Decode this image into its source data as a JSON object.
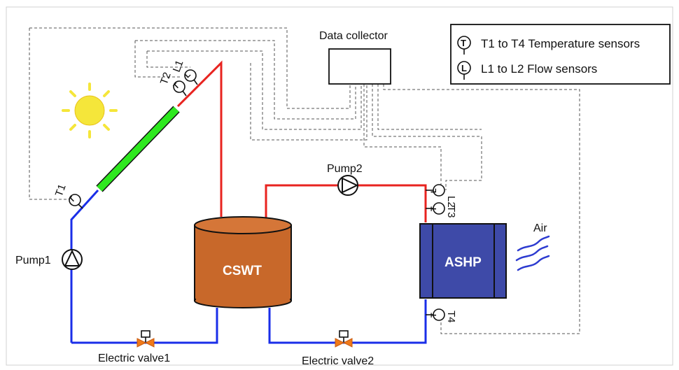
{
  "diagram": {
    "data_collector_label": "Data collector",
    "legend": {
      "temp_symbol": "T",
      "temp_text": "T1 to T4 Temperature sensors",
      "flow_symbol": "L",
      "flow_text": "L1 to L2 Flow sensors"
    },
    "sensors": {
      "t1": "T1",
      "t2": "T2",
      "l1": "L1",
      "l2": "L2",
      "t3": "T3",
      "t4": "T4"
    },
    "sensor_symbols": {
      "temp": "T",
      "flow": "L"
    },
    "pump1_label": "Pump1",
    "pump2_label": "Pump2",
    "tank_label": "CSWT",
    "heat_pump_label": "ASHP",
    "air_label": "Air",
    "valve1_label": "Electric valve1",
    "valve2_label": "Electric valve2",
    "colors": {
      "hot_pipe": "#e8231f",
      "cold_pipe": "#1a2ee8",
      "collector": "#2ee81f",
      "tank": "#c8682a",
      "heat_pump": "#3e4aa8",
      "sun": "#f5e63a",
      "valve": "#f07a1a"
    }
  }
}
